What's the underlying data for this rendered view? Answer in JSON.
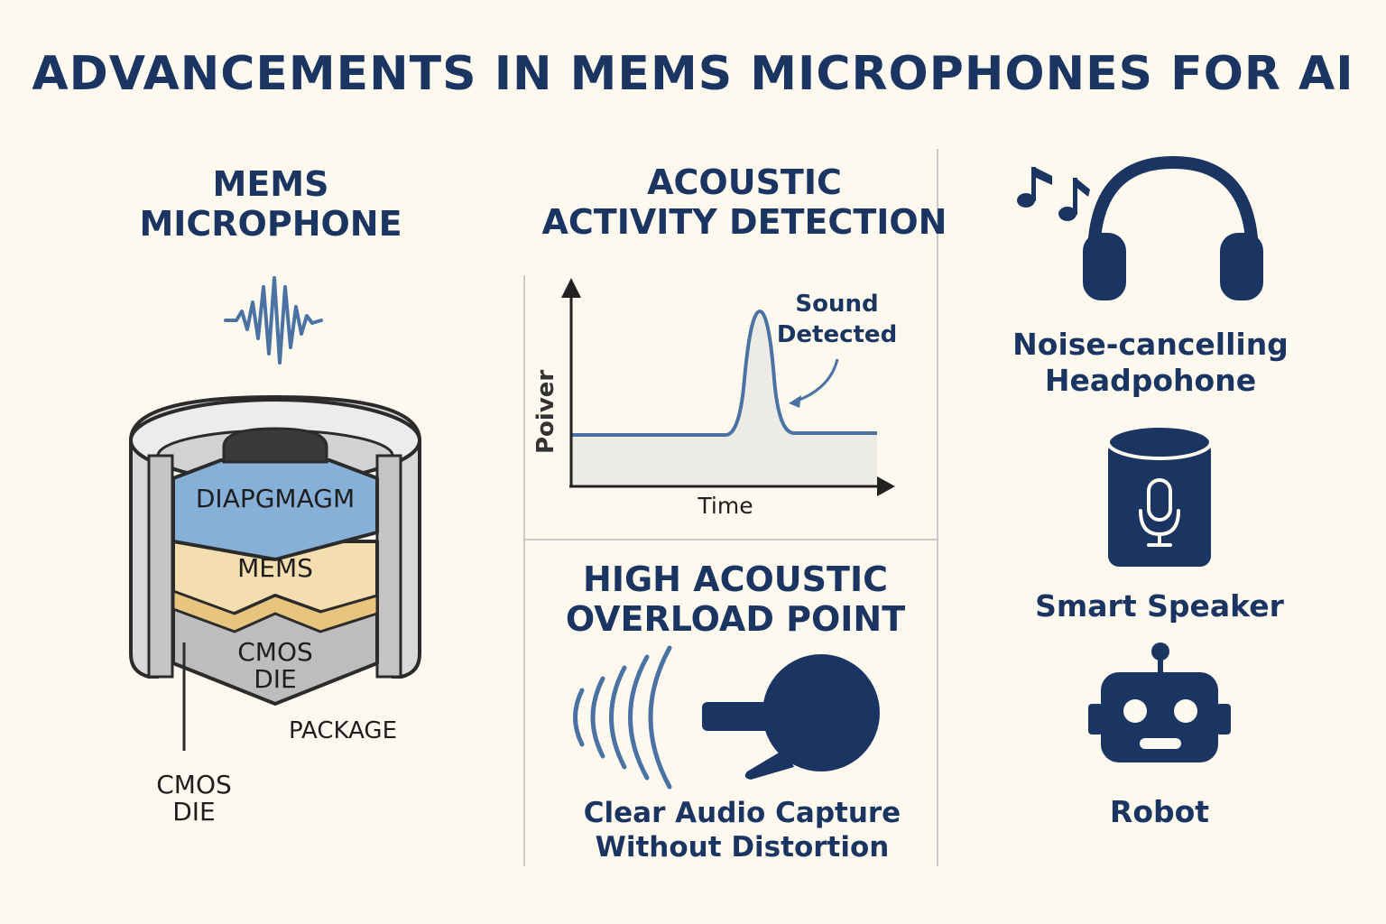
{
  "title": "ADVANCEMENTS IN MEMS MICROPHONES FOR AI",
  "mems_panel": {
    "heading_line1": "MEMS",
    "heading_line2": "MICROPHONE",
    "layers": {
      "diaphragm": "DIAPGMAGM",
      "mems": "MEMS",
      "cmos_line1": "CMOS",
      "cmos_line2": "DIE"
    },
    "package_label": "PACKAGE",
    "cmos_callout_line1": "CMOS",
    "cmos_callout_line2": "DIE",
    "colors": {
      "diaphragm": "#86b0d8",
      "mems": "#f4deb0",
      "cmos": "#bdbdbd",
      "package": "#d8d8d8"
    }
  },
  "aad_panel": {
    "heading_line1": "ACOUSTIC",
    "heading_line2": "ACTIVITY DETECTION",
    "y_axis_label": "Poiver",
    "x_axis_label": "Time",
    "annotation_line1": "Sound",
    "annotation_line2": "Detected"
  },
  "aop_panel": {
    "heading_line1": "HIGH ACOUSTIC",
    "heading_line2": "OVERLOAD POINT",
    "caption_line1": "Clear Audio Capture",
    "caption_line2": "Without Distortion"
  },
  "applications": [
    {
      "label_line1": "Noise-cancelling",
      "label_line2": "Headpohone",
      "icon": "headphones-icon"
    },
    {
      "label_line1": "Smart Speaker",
      "label_line2": "",
      "icon": "smart-speaker-icon"
    },
    {
      "label_line1": "Robot",
      "label_line2": "",
      "icon": "robot-icon"
    }
  ],
  "colors": {
    "navy": "#1b3563",
    "accent_blue": "#4a72a3",
    "background": "#fdf9ee"
  }
}
